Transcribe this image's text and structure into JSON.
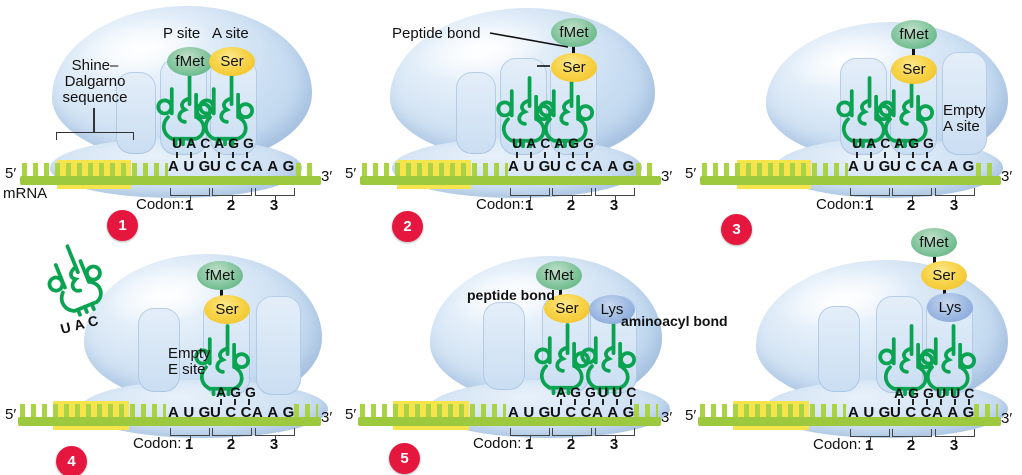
{
  "shared": {
    "five_prime": "5′",
    "three_prime": "3′",
    "mrna_label": "mRNA",
    "codon_label": "Codon:",
    "codon_numbers": [
      "1",
      "2",
      "3"
    ],
    "codons": [
      "AUG",
      "UCC",
      "AAG"
    ]
  },
  "colors": {
    "trna_green": "#0aa351",
    "mrna_green": "#9cc93e",
    "shine_dalgarno_yellow": "#f5e44c",
    "ribosome_blue": "#c7dcf1",
    "badge_red": "#e5173f",
    "fmet_green": "#8cc9a4",
    "ser_yellow": "#f8d44a",
    "lys_blue": "#a3bde4"
  },
  "panels": [
    {
      "badge": "1",
      "p_site_label": "P site",
      "a_site_label": "A site",
      "shine_dalgarno_lines": [
        "Shine–",
        "Dalgarno",
        "sequence"
      ],
      "amino_acids": {
        "p_site": "fMet",
        "a_site": "Ser"
      },
      "anticodons": [
        "UAC",
        "AGG"
      ]
    },
    {
      "badge": "2",
      "peptide_bond_label": "Peptide bond",
      "amino_acids": {
        "chain": [
          "fMet",
          "Ser"
        ]
      },
      "anticodons": [
        "UAC",
        "AGG"
      ]
    },
    {
      "badge": "3",
      "empty_a_site_lines": [
        "Empty",
        "A site"
      ],
      "amino_acids": {
        "chain": [
          "fMet",
          "Ser"
        ]
      },
      "anticodons": [
        "UAC",
        "AGG"
      ]
    },
    {
      "badge": "4",
      "empty_e_site_lines": [
        "Empty",
        "E site"
      ],
      "departing_trna_anticodon": "UAC",
      "amino_acids": {
        "chain": [
          "fMet",
          "Ser"
        ]
      },
      "anticodons": [
        "AGG"
      ]
    },
    {
      "badge": "5",
      "peptide_bond_label": "peptide bond",
      "aminoacyl_bond_label": "aminoacyl bond",
      "amino_acids": {
        "chain": [
          "fMet",
          "Ser"
        ],
        "a_site": "Lys"
      },
      "anticodons": [
        "AGG",
        "UUC"
      ]
    },
    {
      "badge": null,
      "amino_acids": {
        "chain": [
          "fMet",
          "Ser",
          "Lys"
        ]
      },
      "anticodons": [
        "AGG",
        "UUC"
      ]
    }
  ]
}
